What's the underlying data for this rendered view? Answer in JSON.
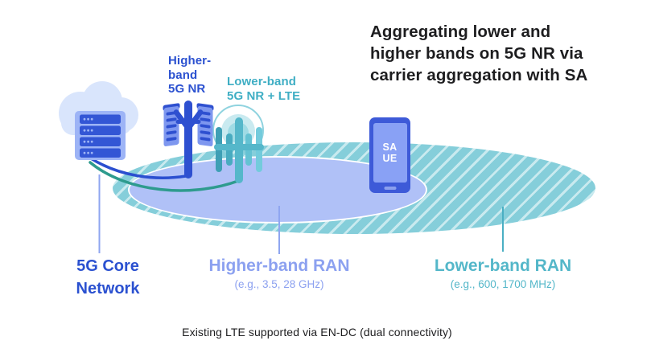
{
  "title": {
    "lines": [
      "Aggregating lower and",
      "higher bands on 5G NR via",
      "carrier aggregation with SA"
    ]
  },
  "core_network": {
    "label": {
      "lines": [
        "5G Core",
        "Network"
      ]
    }
  },
  "antennas": {
    "higher_band": {
      "label": {
        "lines": [
          "Higher-",
          "band",
          "5G NR"
        ]
      }
    },
    "lower_band": {
      "label": {
        "lines": [
          "Lower-band",
          "5G NR + LTE"
        ]
      }
    }
  },
  "device": {
    "screen_lines": [
      "SA",
      "UE"
    ]
  },
  "coverage": {
    "higher_ran": {
      "label": "Higher-band RAN",
      "subtitle": "(e.g., 3.5, 28 GHz)"
    },
    "lower_ran": {
      "label": "Lower-band RAN",
      "subtitle": "(e.g., 600, 1700 MHz)"
    }
  },
  "footnote": "Existing LTE supported via EN-DC (dual connectivity)",
  "colors": {
    "core_blue": "#2B51D0",
    "periwinkle_fill": "#B0C1F7",
    "periwinkle_label": "#8CA1F0",
    "teal_fill": "#85CEDA",
    "teal_hatch_line": "#C9EAEF",
    "teal_label": "#54B7C9",
    "teal_link": "#2E9B8E",
    "blue_link": "#2B4FD0",
    "cloud_fill": "#D9E5FC",
    "server_slot": "#3356D5",
    "phone_body": "#3D5AD8",
    "phone_screen": "#89A1F5",
    "text_dark": "#1D1D1F"
  }
}
